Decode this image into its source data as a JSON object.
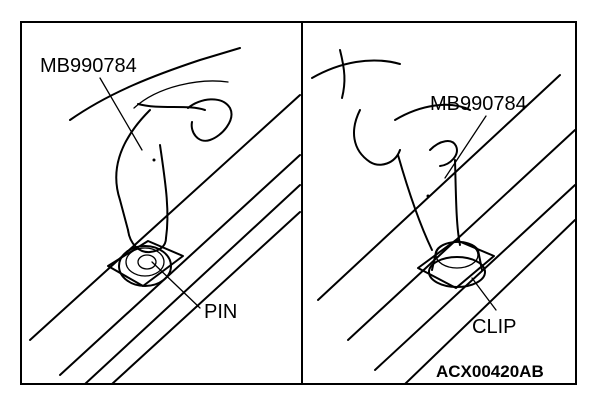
{
  "figure": {
    "left_panel": {
      "tool_label": "MB990784",
      "part_label": "PIN"
    },
    "right_panel": {
      "tool_label": "MB990784",
      "part_label": "CLIP"
    },
    "figure_code": "ACX00420AB"
  }
}
